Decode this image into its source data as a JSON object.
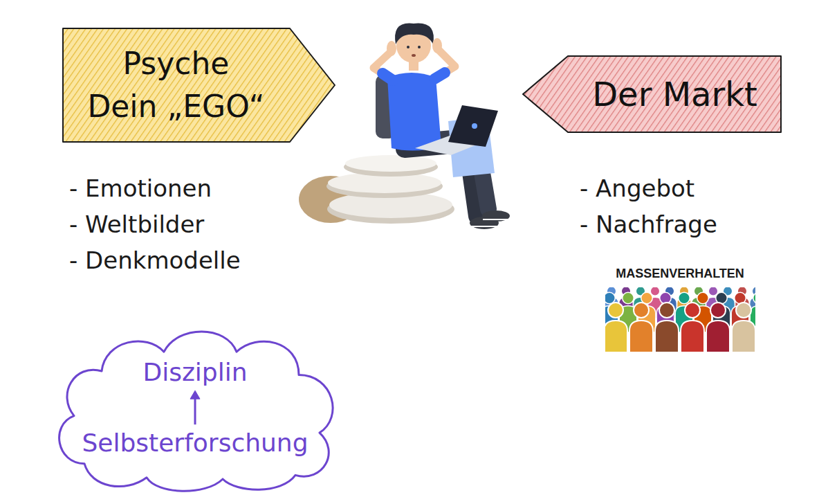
{
  "diagram": {
    "nodes": [
      {
        "text": [
          "Psyche Dein „EGO“"
        ]
      },
      {
        "text": [
          "Der Markt"
        ]
      },
      {
        "text": [
          "Disziplin",
          "Selbsterforschung"
        ]
      }
    ],
    "labels": [
      "- Emotionen",
      "- Weltbilder",
      "- Denkmodelle",
      "- Angebot",
      "- Nachfrage",
      "MASSENVERHALTEN"
    ]
  }
}
